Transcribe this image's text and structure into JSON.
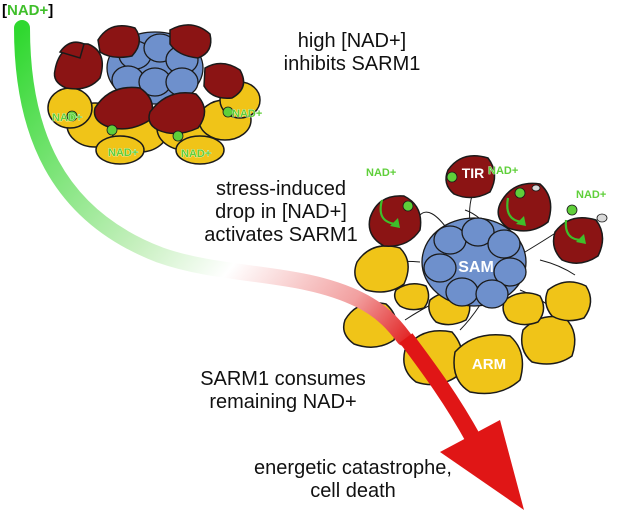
{
  "corner_label": {
    "open": "[",
    "text": "NAD+",
    "close": "]"
  },
  "captions": {
    "high_nad": "high [NAD+]\ninhibits SARM1",
    "stress_drop": "stress-induced\ndrop in [NAD+]\nactivates SARM1",
    "consumes": "SARM1 consumes\nremaining NAD+",
    "catastrophe": "energetic catastrophe,\ncell death"
  },
  "top_complex": {
    "nad_labels": [
      "NAD+",
      "NAD+",
      "NAD+",
      "NAD+"
    ]
  },
  "active_complex": {
    "tir_label": "TIR",
    "sam_label": "SAM",
    "arm_label": "ARM",
    "nad_labels": [
      "NAD+",
      "NAD+",
      "NAD+"
    ]
  },
  "colors": {
    "tir": "#8b1414",
    "arm": "#f0c418",
    "sam": "#6e90cc",
    "nad": "#5fcf3a",
    "arrow_red": "#e01616",
    "outline": "#1a1a1a"
  }
}
